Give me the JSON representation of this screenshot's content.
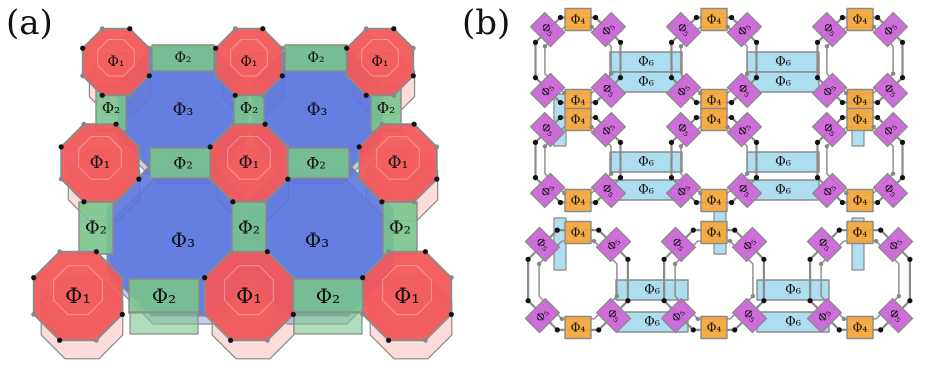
{
  "panel_a": {
    "label": "(a)",
    "labels": {
      "octagon": "Φ₁",
      "square": "Φ₂",
      "large": "Φ₃"
    },
    "colors": {
      "octagon": "#f2595b",
      "square": "#79c48c",
      "large": "#5873de",
      "edge": "#8a8a8a"
    }
  },
  "panel_b": {
    "label": "(b)",
    "labels": {
      "orange": "Φ₄",
      "magenta": "Φ₅",
      "blue": "Φ₆"
    },
    "colors": {
      "orange": "#f5a83c",
      "magenta": "#cc66d8",
      "blue": "#a9dbf0",
      "edge": "#8a8a8a"
    }
  }
}
